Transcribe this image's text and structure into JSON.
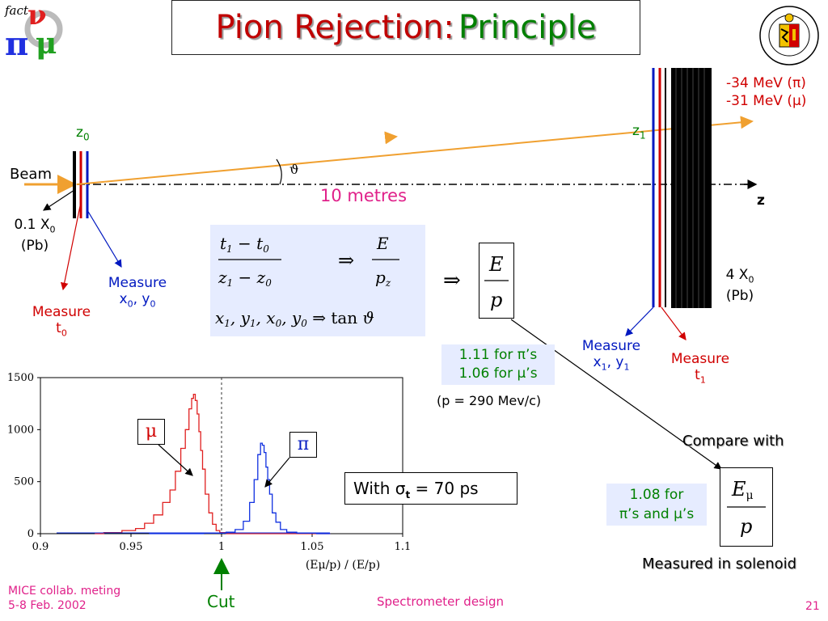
{
  "title": {
    "part1": "Pion Rejection:",
    "part2": "Principle"
  },
  "logo_left": {
    "text": "fact",
    "letters": "νπμ"
  },
  "detector": {
    "z0": "z",
    "z0_sub": "0",
    "z1": "z",
    "z1_sub": "1",
    "beam": "Beam",
    "theta": "ϑ",
    "distance": "10 metres",
    "z_axis": "z",
    "absorber0": {
      "line1": "0.1 X",
      "sub": "0",
      "line2": "(Pb)"
    },
    "absorber1": {
      "line1": "4 X",
      "sub": "0",
      "line2": "(Pb)"
    },
    "measure_x0": {
      "line1": "Measure",
      "line2a": "x",
      "s1": "0",
      "mid": ", y",
      "s2": "0"
    },
    "measure_t0": {
      "line1": "Measure",
      "line2": "t",
      "sub": "0"
    },
    "measure_x1": {
      "line1": "Measure",
      "line2a": "x",
      "s1": "1",
      "mid": ", y",
      "s2": "1"
    },
    "measure_t1": {
      "line1": "Measure",
      "line2": "t",
      "sub": "1"
    },
    "energy_pi": "-34 MeV (π)",
    "energy_mu": "-31 MeV (μ)"
  },
  "ratio_values": {
    "line1": "1.11 for π’s",
    "line2": "1.06 for μ’s",
    "momentum": "(p = 290 Mev/c)"
  },
  "compare": {
    "label": "Compare with",
    "value_line1": "1.08 for",
    "value_line2": "π’s and μ’s",
    "measured": "Measured in solenoid"
  },
  "resolution": {
    "text": "With σ",
    "sub": "t",
    "rest": " = 70 ps"
  },
  "cut_label": "Cut",
  "footer": {
    "left1": "MICE collab. meting",
    "left2": "5-8 Feb. 2002",
    "center": "Spectrometer design",
    "page": "21"
  },
  "colors": {
    "red": "#d00000",
    "blue": "#0018c0",
    "green": "#008000",
    "orange": "#f0a030",
    "magenta": "#e0218a"
  },
  "chart_data": {
    "type": "line",
    "title": "",
    "xlabel": "(Eμ/p) / (E/p)",
    "ylabel": "",
    "xlim": [
      0.9,
      1.1
    ],
    "ylim": [
      0,
      1500
    ],
    "xticks": [
      "0.9",
      "0.95",
      "1",
      "1.05",
      "1.1"
    ],
    "yticks": [
      "0",
      "500",
      "1000",
      "1500"
    ],
    "cut_x": 1.0,
    "annotations": [
      "μ",
      "π"
    ],
    "series": [
      {
        "name": "μ",
        "color": "#e02020",
        "x": [
          0.93,
          0.94,
          0.95,
          0.955,
          0.96,
          0.965,
          0.97,
          0.973,
          0.976,
          0.979,
          0.981,
          0.983,
          0.984,
          0.985,
          0.986,
          0.987,
          0.988,
          0.989,
          0.99,
          0.992,
          0.994,
          0.996,
          0.998,
          1.0,
          1.005,
          1.01,
          1.02,
          1.04,
          1.06
        ],
        "y": [
          0,
          10,
          30,
          50,
          100,
          180,
          300,
          420,
          600,
          820,
          1000,
          1200,
          1300,
          1340,
          1280,
          1150,
          980,
          800,
          620,
          380,
          200,
          90,
          30,
          10,
          0,
          0,
          0,
          0,
          0
        ]
      },
      {
        "name": "π",
        "color": "#1030e0",
        "x": [
          0.96,
          0.98,
          1.0,
          1.005,
          1.01,
          1.014,
          1.017,
          1.019,
          1.021,
          1.022,
          1.023,
          1.024,
          1.025,
          1.026,
          1.027,
          1.029,
          1.031,
          1.034,
          1.038,
          1.045,
          1.06
        ],
        "y": [
          0,
          0,
          5,
          15,
          40,
          120,
          300,
          520,
          760,
          870,
          850,
          780,
          640,
          520,
          380,
          200,
          110,
          40,
          15,
          5,
          0
        ]
      }
    ]
  }
}
